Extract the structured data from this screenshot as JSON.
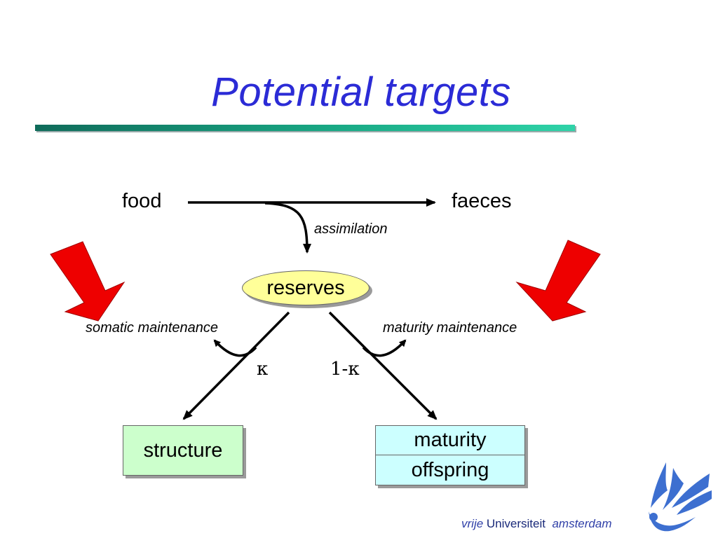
{
  "slide": {
    "title": "Potential targets"
  },
  "diagram": {
    "nodes": {
      "food": "food",
      "faeces": "faeces",
      "reserves": "reserves",
      "structure": "structure",
      "maturity": "maturity",
      "offspring": "offspring"
    },
    "flows": {
      "assimilation": "assimilation",
      "somatic_maintenance": "somatic maintenance",
      "maturity_maintenance": "maturity maintenance",
      "kappa": "κ",
      "one_minus_kappa": "1-κ"
    },
    "colors": {
      "title": "#2b2bd6",
      "reserves_fill": "#ffff99",
      "structure_fill": "#ccffcc",
      "maturity_fill": "#ccffff",
      "target_arrow": "#ee0000"
    }
  },
  "footer": {
    "vrije": "vrije",
    "universiteit": "Universiteit",
    "amsterdam": "amsterdam",
    "logo_icon": "griffin-logo-icon"
  }
}
